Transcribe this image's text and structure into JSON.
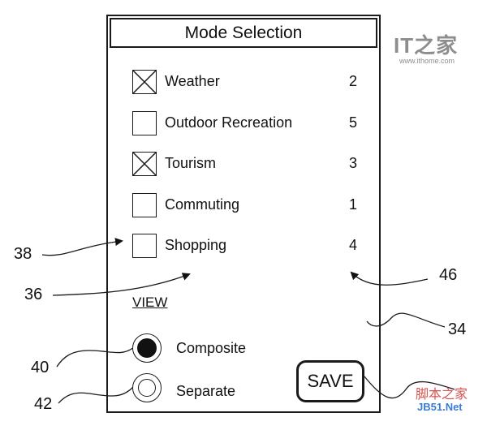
{
  "title": "Mode Selection",
  "modes": [
    {
      "label": "Weather",
      "count": "2",
      "checked": true
    },
    {
      "label": "Outdoor Recreation",
      "count": "5",
      "checked": false
    },
    {
      "label": "Tourism",
      "count": "3",
      "checked": true
    },
    {
      "label": "Commuting",
      "count": "1",
      "checked": false
    },
    {
      "label": "Shopping",
      "count": "4",
      "checked": false
    }
  ],
  "view": {
    "label": "VIEW",
    "options": [
      {
        "label": "Composite",
        "selected": true
      },
      {
        "label": "Separate",
        "selected": false
      }
    ]
  },
  "save_label": "SAVE",
  "references": {
    "ref_38": "38",
    "ref_36": "36",
    "ref_46": "46",
    "ref_34": "34",
    "ref_40": "40",
    "ref_42": "42"
  },
  "watermarks": {
    "ithome_logo": "IT之家",
    "ithome_url": "www.ithome.com",
    "jb51_top": "脚本之家",
    "jb51_bottom": "JB51.Net"
  }
}
